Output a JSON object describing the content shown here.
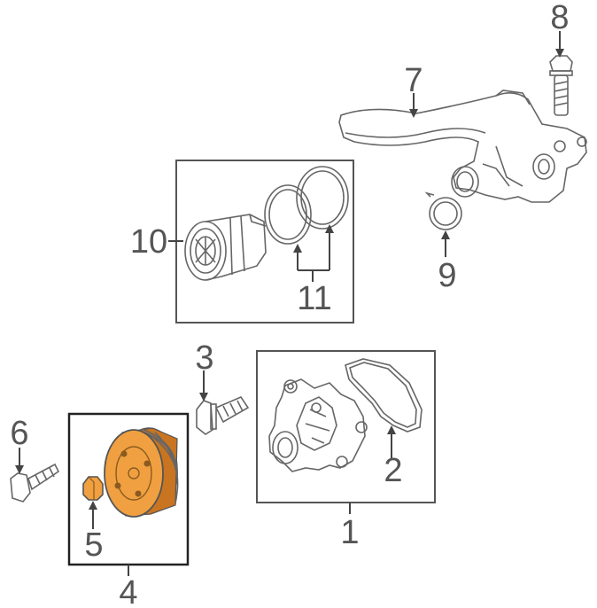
{
  "callouts": {
    "c1": "1",
    "c2": "2",
    "c3": "3",
    "c4": "4",
    "c5": "5",
    "c6": "6",
    "c7": "7",
    "c8": "8",
    "c9": "9",
    "c10": "10",
    "c11": "11"
  },
  "colors": {
    "highlight": "#f0a040",
    "highlight_dark": "#c87420",
    "line": "#555555"
  },
  "highlighted_parts": [
    "4",
    "5"
  ]
}
